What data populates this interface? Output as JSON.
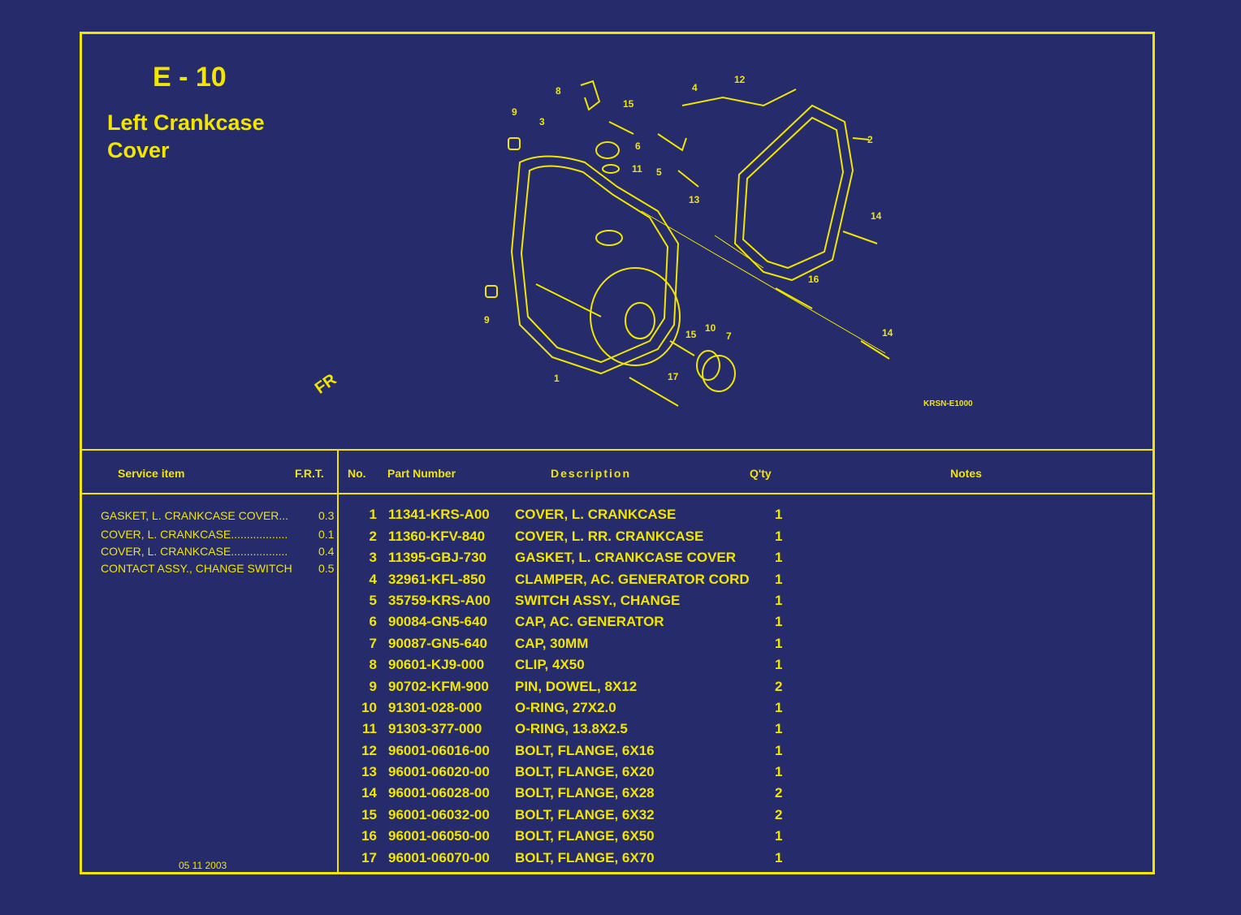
{
  "page": {
    "code": "E - 10",
    "title": "Left Crankcase Cover",
    "ref_code": "KRSN-E1000",
    "fr_label": "FR",
    "date": "05 11 2003"
  },
  "columns": {
    "service_item": "Service item",
    "frt": "F.R.T.",
    "no": "No.",
    "part_number": "Part Number",
    "description": "Description",
    "qty": "Q'ty",
    "notes": "Notes"
  },
  "service_items": [
    {
      "label": "GASKET, L. CRANKCASE COVER...",
      "frt": "0.3"
    },
    {
      "label": "COVER, L. CRANKCASE..................",
      "frt": "0.1"
    },
    {
      "label": "COVER, L. CRANKCASE..................",
      "frt": "0.4"
    },
    {
      "label": "CONTACT ASSY., CHANGE SWITCH",
      "frt": "0.5"
    }
  ],
  "parts": [
    {
      "no": "1",
      "part": "11341-KRS-A00",
      "desc": "COVER, L. CRANKCASE",
      "qty": "1"
    },
    {
      "no": "2",
      "part": "11360-KFV-840",
      "desc": "COVER, L. RR. CRANKCASE",
      "qty": "1"
    },
    {
      "no": "3",
      "part": "11395-GBJ-730",
      "desc": "GASKET, L. CRANKCASE COVER",
      "qty": "1"
    },
    {
      "no": "4",
      "part": "32961-KFL-850",
      "desc": "CLAMPER, AC. GENERATOR CORD",
      "qty": "1"
    },
    {
      "no": "5",
      "part": "35759-KRS-A00",
      "desc": "SWITCH ASSY., CHANGE",
      "qty": "1"
    },
    {
      "no": "6",
      "part": "90084-GN5-640",
      "desc": "CAP, AC. GENERATOR",
      "qty": "1"
    },
    {
      "no": "7",
      "part": "90087-GN5-640",
      "desc": "CAP, 30MM",
      "qty": "1"
    },
    {
      "no": "8",
      "part": "90601-KJ9-000",
      "desc": "CLIP, 4X50",
      "qty": "1"
    },
    {
      "no": "9",
      "part": "90702-KFM-900",
      "desc": "PIN, DOWEL, 8X12",
      "qty": "2"
    },
    {
      "no": "10",
      "part": "91301-028-000",
      "desc": "O-RING, 27X2.0",
      "qty": "1"
    },
    {
      "no": "11",
      "part": "91303-377-000",
      "desc": "O-RING, 13.8X2.5",
      "qty": "1"
    },
    {
      "no": "12",
      "part": "96001-06016-00",
      "desc": "BOLT, FLANGE, 6X16",
      "qty": "1"
    },
    {
      "no": "13",
      "part": "96001-06020-00",
      "desc": "BOLT, FLANGE, 6X20",
      "qty": "1"
    },
    {
      "no": "14",
      "part": "96001-06028-00",
      "desc": "BOLT, FLANGE, 6X28",
      "qty": "2"
    },
    {
      "no": "15",
      "part": "96001-06032-00",
      "desc": "BOLT, FLANGE, 6X32",
      "qty": "2"
    },
    {
      "no": "16",
      "part": "96001-06050-00",
      "desc": "BOLT, FLANGE, 6X50",
      "qty": "1"
    },
    {
      "no": "17",
      "part": "96001-06070-00",
      "desc": "BOLT, FLANGE, 6X70",
      "qty": "1"
    }
  ],
  "diagram_callouts": [
    "8",
    "9",
    "3",
    "15",
    "6",
    "11",
    "4",
    "12",
    "5",
    "13",
    "2",
    "14",
    "16",
    "14",
    "10",
    "7",
    "15",
    "17",
    "1",
    "9"
  ]
}
